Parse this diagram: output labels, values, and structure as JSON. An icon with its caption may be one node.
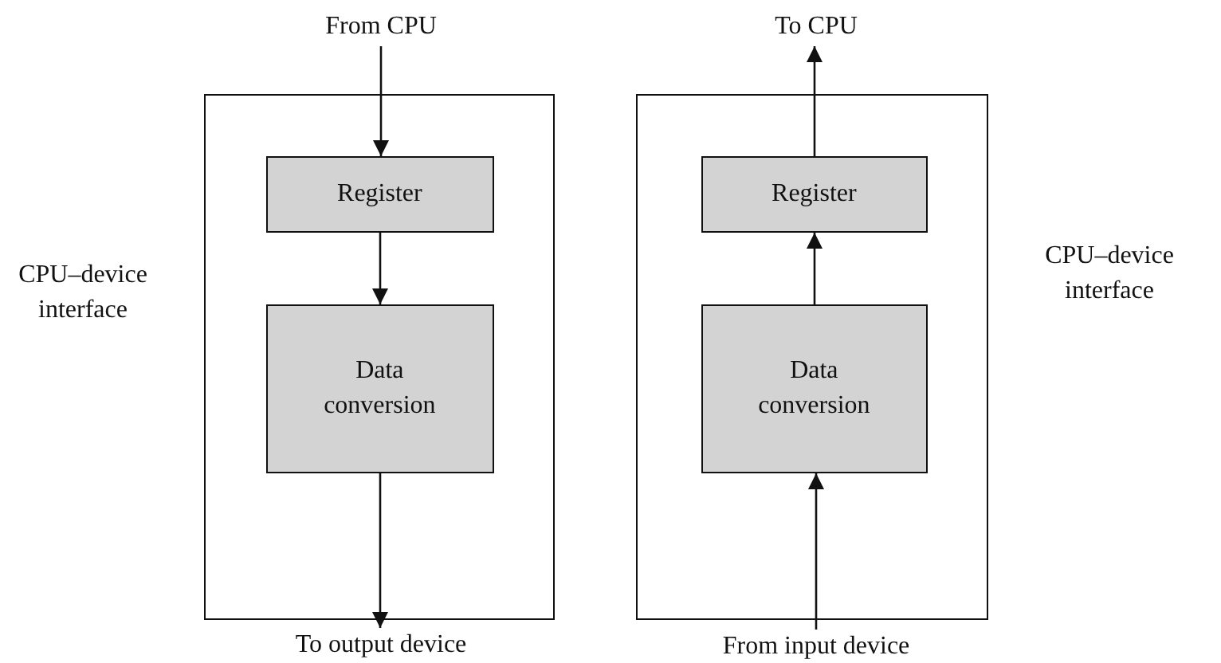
{
  "diagram": {
    "nodes": [
      {
        "text": [],
        "shape": "box",
        "beside": [
          "CPU–device interface"
        ]
      },
      {
        "text": [
          "Register"
        ],
        "in": 0
      },
      {
        "text": [
          "Data conversion"
        ],
        "in": 0
      },
      {
        "text": [
          "From CPU"
        ]
      },
      {
        "text": [
          "To output device"
        ]
      },
      {
        "text": [],
        "shape": "box",
        "beside": [
          "CPU–device interface"
        ]
      },
      {
        "text": [
          "Register"
        ],
        "in": 5
      },
      {
        "text": [
          "Data conversion"
        ],
        "in": 5
      },
      {
        "text": [
          "To CPU"
        ]
      },
      {
        "text": [
          "From input device"
        ]
      }
    ],
    "edges": [
      {
        "from": 3,
        "to": 1,
        "arrow": "to"
      },
      {
        "from": 1,
        "to": 2,
        "arrow": "to"
      },
      {
        "from": 2,
        "to": 4,
        "arrow": "to"
      },
      {
        "from": 9,
        "to": 7,
        "arrow": "to"
      },
      {
        "from": 7,
        "to": 6,
        "arrow": "to"
      },
      {
        "from": 6,
        "to": 8,
        "arrow": "to"
      }
    ]
  }
}
